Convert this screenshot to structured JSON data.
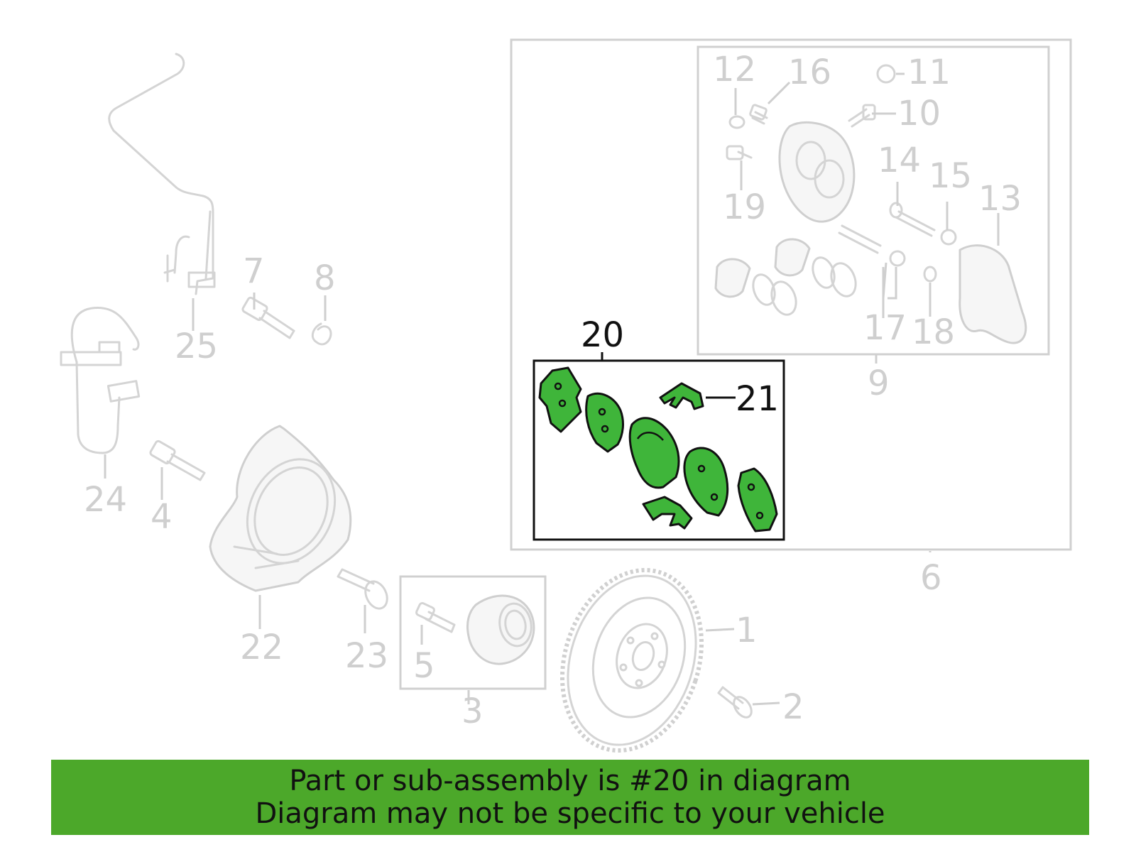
{
  "callouts": {
    "c1": "1",
    "c2": "2",
    "c3": "3",
    "c4": "4",
    "c5": "5",
    "c6": "6",
    "c7": "7",
    "c8": "8",
    "c9": "9",
    "c10": "10",
    "c11": "11",
    "c12": "12",
    "c13": "13",
    "c14": "14",
    "c15": "15",
    "c16": "16",
    "c17": "17",
    "c18": "18",
    "c19": "19",
    "c20": "20",
    "c21": "21",
    "c22": "22",
    "c23": "23",
    "c24": "24",
    "c25": "25"
  },
  "highlight": {
    "part_number": "20",
    "color": "#3fb53a"
  },
  "banner": {
    "line1": "Part or sub-assembly is #20 in diagram",
    "line2": "Diagram may not be specific to your vehicle",
    "background": "#4ca82a"
  }
}
